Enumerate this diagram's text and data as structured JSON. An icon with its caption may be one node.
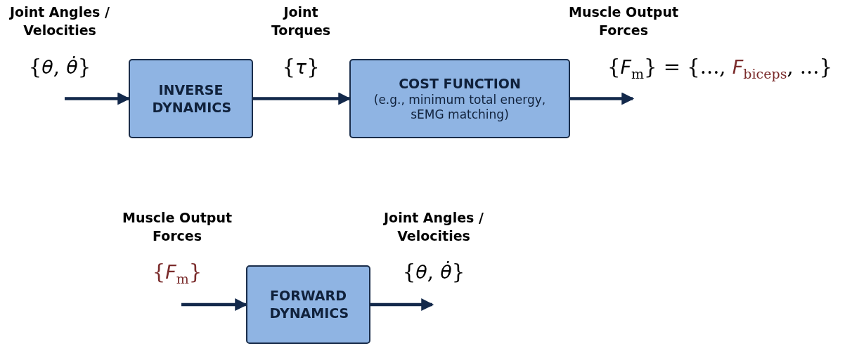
{
  "diagram": {
    "nodes": [
      {
        "text": [
          "INVERSE DYNAMICS"
        ]
      },
      {
        "text": [
          "COST FUNCTION",
          "(e.g., minimum total energy, sEMG matching)"
        ]
      },
      {
        "text": [
          "FORWARD DYNAMICS"
        ]
      }
    ],
    "edges": [
      {
        "from": null,
        "to": 0,
        "arrow": "to"
      },
      {
        "from": 0,
        "to": 1,
        "arrow": "to"
      },
      {
        "from": 1,
        "to": null,
        "arrow": "to"
      },
      {
        "from": null,
        "to": 2,
        "arrow": "to"
      },
      {
        "from": 2,
        "to": null,
        "arrow": "to"
      }
    ],
    "labels": [
      "Joint Angles / Velocities",
      "{*θ*, *θ̇*}",
      "Joint Torques",
      "{*τ*}",
      "Muscle Output Forces",
      "{*F*$_{m}$} = {..., *F*$_{biceps}$, ...}",
      "Muscle Output Forces",
      "{*F*$_{m}$}",
      "Joint Angles / Velocities",
      "{*θ*, *θ̇*}"
    ]
  }
}
